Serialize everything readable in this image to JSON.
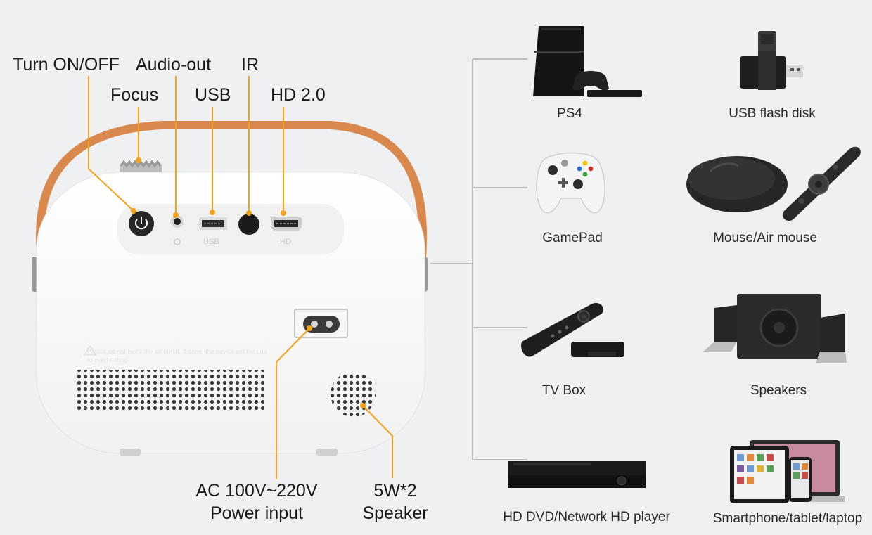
{
  "callouts": {
    "turn_on_off": "Turn ON/OFF",
    "audio_out": "Audio-out",
    "ir": "IR",
    "focus": "Focus",
    "usb": "USB",
    "hd": "HD 2.0",
    "power_line1": "AC 100V~220V",
    "power_line2": "Power input",
    "speaker_line1": "5W*2",
    "speaker_line2": "Speaker"
  },
  "panel_labels": {
    "usb": "USB",
    "hd": "HD"
  },
  "warning_text": "Please do not block the air outlet. If done, the device will fail due to overheating.",
  "devices": [
    {
      "name": "PS4",
      "icon": "ps4-console-icon"
    },
    {
      "name": "USB flash disk",
      "icon": "usb-flash-disk-icon"
    },
    {
      "name": "GamePad",
      "icon": "gamepad-icon"
    },
    {
      "name": "Mouse/Air mouse",
      "icon": "mouse-icon"
    },
    {
      "name": "TV Box",
      "icon": "tv-box-remote-icon"
    },
    {
      "name": "Speakers",
      "icon": "speakers-icon"
    },
    {
      "name": "HD DVD/Network HD player",
      "icon": "dvd-player-icon"
    },
    {
      "name": "Smartphone/tablet/laptop",
      "icon": "laptop-tablet-phone-icon"
    }
  ],
  "colors": {
    "background": "#eef0f2",
    "callout_line": "#f0a21a",
    "handle": "#d9884e",
    "projector_body": "#ffffff"
  }
}
